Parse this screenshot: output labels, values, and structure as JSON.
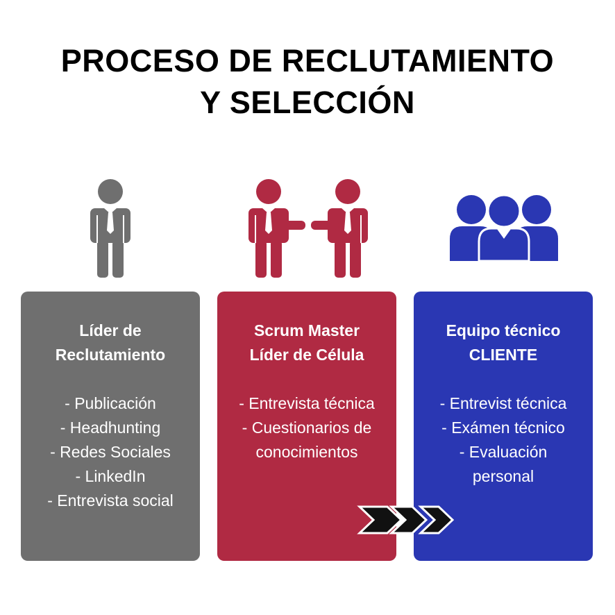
{
  "title": {
    "line1": "PROCESO DE RECLUTAMIENTO",
    "line2": "Y SELECCIÓN"
  },
  "colors": {
    "gray": "#6f6f6f",
    "red": "#b02a43",
    "blue": "#2a37b3",
    "arrow": "#111111"
  },
  "icons": {
    "stage1": "person-icon",
    "stage2": "handshake-icon",
    "stage3": "team-icon",
    "connector": "chevron-arrows-icon"
  },
  "stages": [
    {
      "title_lines": [
        "Líder de",
        "Reclutamiento"
      ],
      "items": [
        "- Publicación",
        "- Headhunting",
        "- Redes Sociales",
        "- LinkedIn",
        "- Entrevista social"
      ]
    },
    {
      "title_lines": [
        "Scrum Master",
        "Líder de Célula"
      ],
      "items": [
        "- Entrevista técnica",
        "- Cuestionarios de",
        "conocimientos"
      ]
    },
    {
      "title_lines": [
        "Equipo técnico",
        "CLIENTE"
      ],
      "items": [
        "- Entrevist técnica",
        "- Exámen técnico",
        "- Evaluación",
        "personal"
      ]
    }
  ]
}
